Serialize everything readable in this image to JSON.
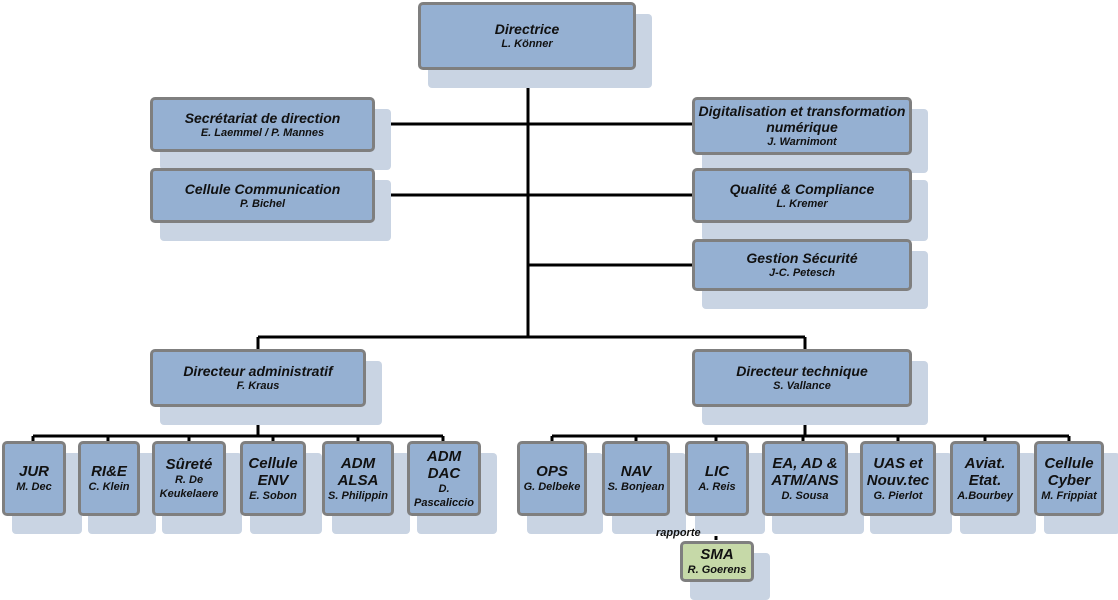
{
  "chart": {
    "top": {
      "title": "Directrice",
      "name": "L. Könner"
    },
    "staff_left": [
      {
        "title": "Secrétariat de direction",
        "name": "E. Laemmel / P. Mannes"
      },
      {
        "title": "Cellule Communication",
        "name": "P. Bichel"
      }
    ],
    "staff_right": [
      {
        "title": "Digitalisation et transformation  numérique",
        "name": "J. Warnimont"
      },
      {
        "title": "Qualité & Compliance",
        "name": "L. Kremer"
      },
      {
        "title": "Gestion Sécurité",
        "name": "J-C. Petesch"
      }
    ],
    "admin": {
      "title": "Directeur administratif",
      "name": "F. Kraus"
    },
    "tech": {
      "title": "Directeur technique",
      "name": "S. Vallance"
    },
    "admin_units": [
      {
        "title": "JUR",
        "name": "M. Dec"
      },
      {
        "title": "RI&E",
        "name": "C. Klein"
      },
      {
        "title": "Sûreté",
        "name": "R. De Keukelaere"
      },
      {
        "title": "Cellule ENV",
        "name": "E. Sobon"
      },
      {
        "title": "ADM ALSA",
        "name": "S. Philippin"
      },
      {
        "title": "ADM DAC",
        "name": "D. Pascaliccio"
      }
    ],
    "tech_units": [
      {
        "title": "OPS",
        "name": "G. Delbeke"
      },
      {
        "title": "NAV",
        "name": "S. Bonjean"
      },
      {
        "title": "LIC",
        "name": "A. Reis"
      },
      {
        "title": "EA, AD & ATM/ANS",
        "name": "D. Sousa"
      },
      {
        "title": "UAS et Nouv.tec",
        "name": "G. Pierlot"
      },
      {
        "title": "Aviat. Etat.",
        "name": "A.Bourbey"
      },
      {
        "title": "Cellule Cyber",
        "name": "M. Frippiat"
      }
    ],
    "sma": {
      "title": "SMA",
      "name": "R. Goerens"
    },
    "reports_label": "rapporte"
  }
}
